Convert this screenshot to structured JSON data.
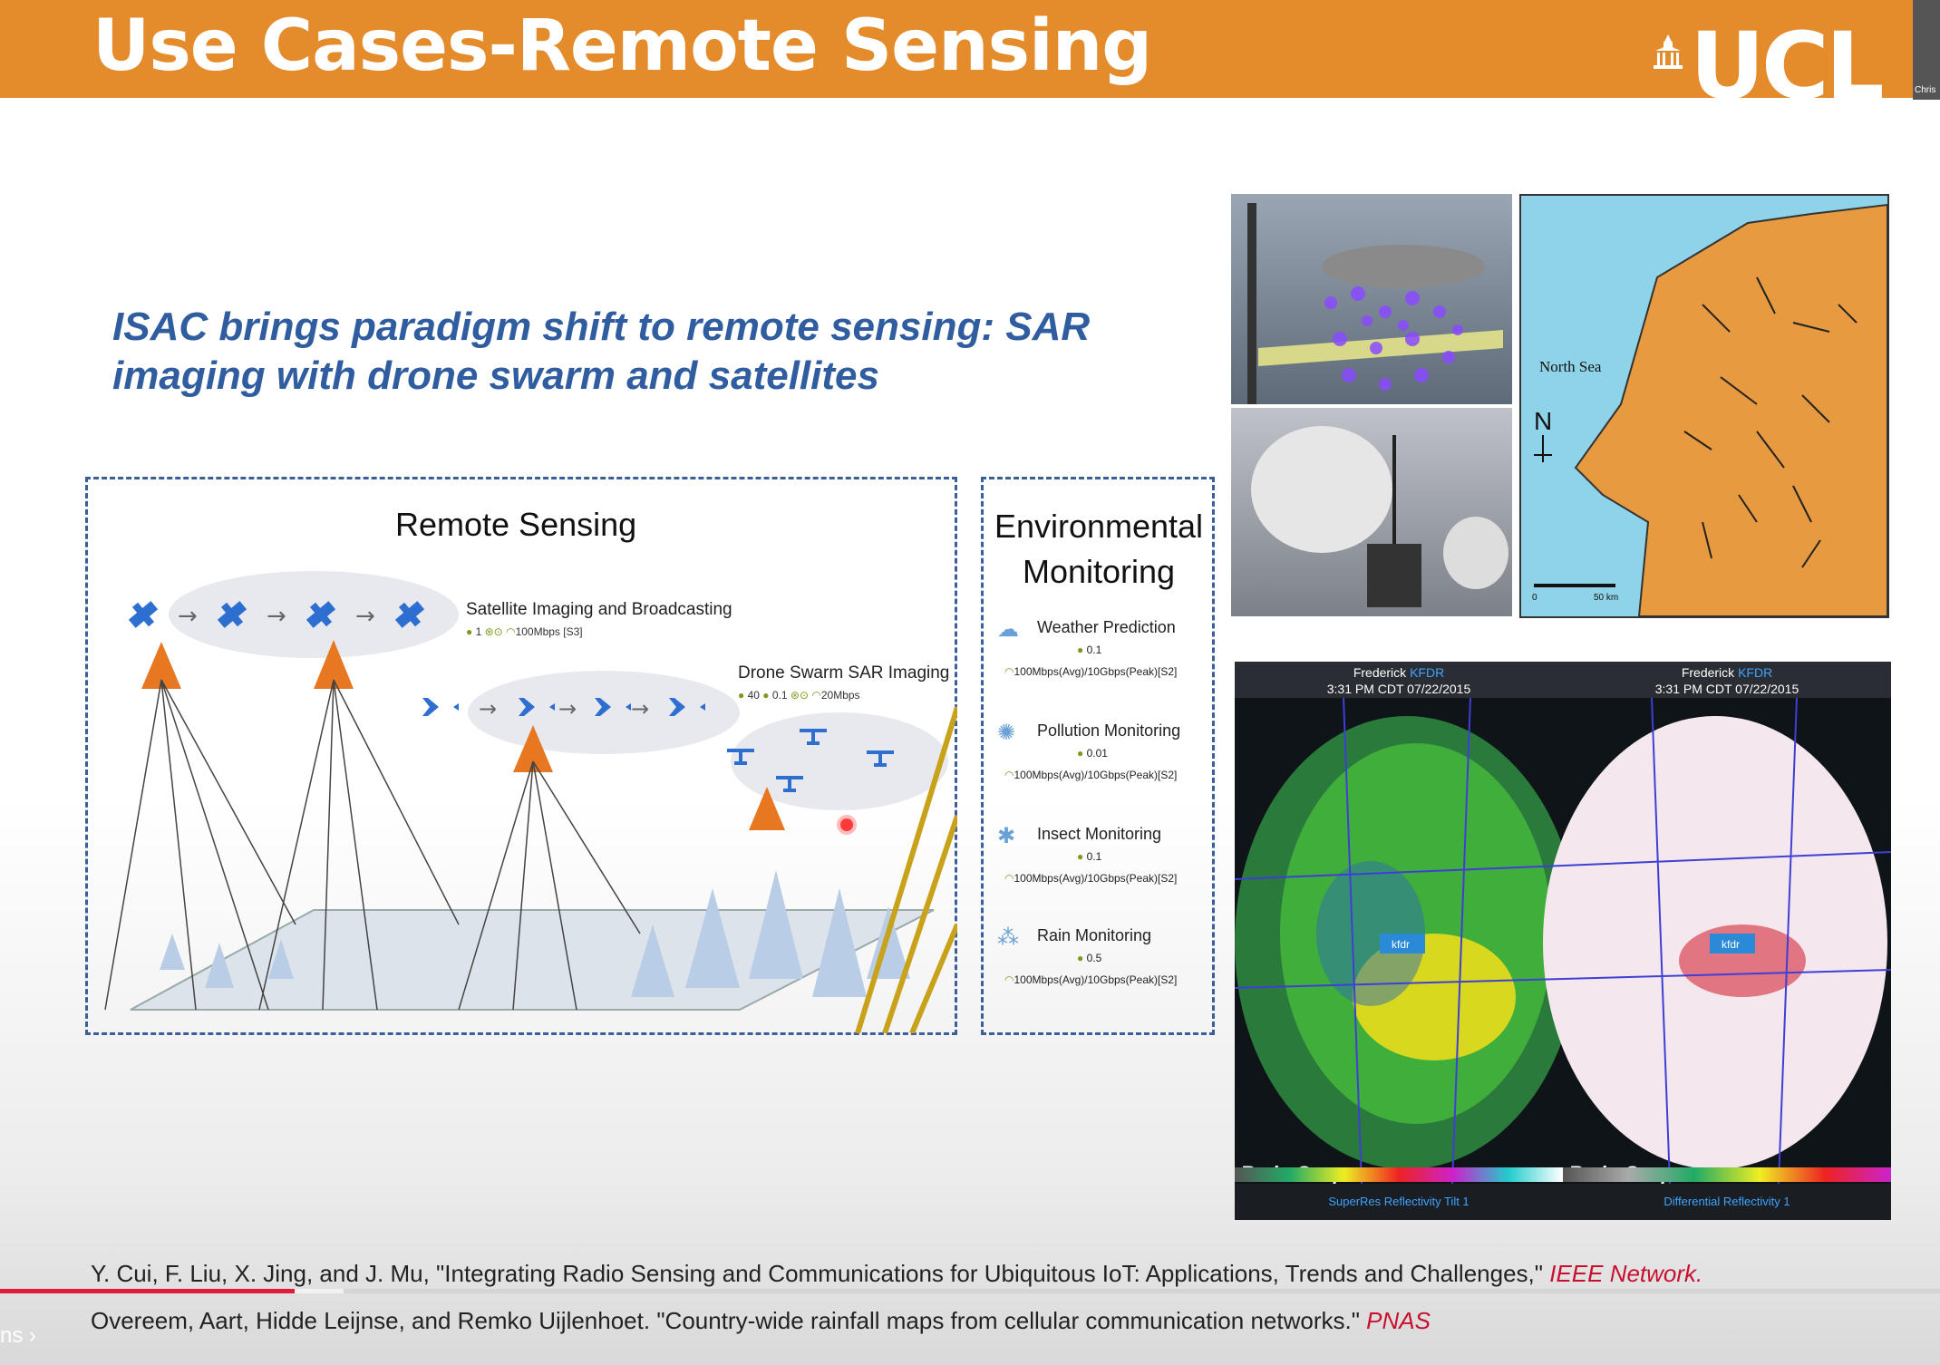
{
  "header": {
    "title": "Use Cases-Remote Sensing",
    "logo": "UCL",
    "thumb_label": "Chris"
  },
  "subtitle": [
    "ISAC brings paradigm shift to remote sensing: SAR",
    "imaging with drone swarm and satellites"
  ],
  "remote": {
    "title": "Remote Sensing",
    "satellite": {
      "label": "Satellite Imaging and Broadcasting",
      "v1": "1",
      "v2": "100Mbps [S3]"
    },
    "drone": {
      "label": "Drone Swarm SAR Imaging",
      "v0": "40",
      "v1": "0.1",
      "v2": "20Mbps"
    }
  },
  "env": {
    "title1": "Environmental",
    "title2": "Monitoring",
    "items": [
      {
        "label": "Weather Prediction",
        "v1": "0.1",
        "v2": "100Mbps(Avg)/10Gbps(Peak)[S2]"
      },
      {
        "label": "Pollution Monitoring",
        "v1": "0.01",
        "v2": "100Mbps(Avg)/10Gbps(Peak)[S2]"
      },
      {
        "label": "Insect Monitoring",
        "v1": "0.1",
        "v2": "100Mbps(Avg)/10Gbps(Peak)[S2]"
      },
      {
        "label": "Rain Monitoring",
        "v1": "0.5",
        "v2": "100Mbps(Avg)/10Gbps(Peak)[S2]"
      }
    ]
  },
  "map": {
    "sea": "North Sea",
    "north": "N",
    "scale_0": "0",
    "scale_50": "50 km"
  },
  "radar": {
    "left": {
      "station": "Frederick",
      "code": "KFDR",
      "time": "3:31 PM CDT 07/22/2015",
      "brand": "RadarScope",
      "footer": "SuperRes Reflectivity Tilt 1",
      "marker": "kfdr"
    },
    "right": {
      "station": "Frederick",
      "code": "KFDR",
      "time": "3:31 PM CDT 07/22/2015",
      "brand": "RadarScope",
      "footer": "Differential Reflectivity 1",
      "marker": "kfdr"
    }
  },
  "references": {
    "ref1": "Y. Cui, F. Liu, X. Jing, and J. Mu, \"Integrating Radio Sensing and Communications for Ubiquitous IoT: Applications, Trends and Challenges,\"",
    "ref1_venue": "IEEE Network.",
    "ref2": "Overeem, Aart, Hidde Leijnse, and Remko Uijlenhoet. \"Country-wide rainfall maps from cellular communication networks.\"",
    "ref2_venue": "PNAS"
  },
  "player": {
    "progress": 0.152,
    "control_label": "ns"
  }
}
